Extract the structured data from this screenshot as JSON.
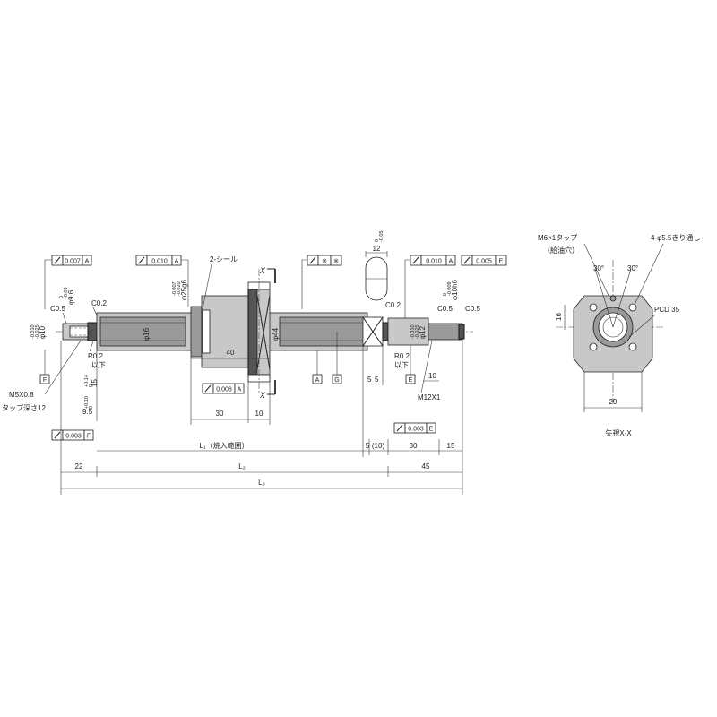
{
  "frames": {
    "left_journal_runout": {
      "tol": "0.007",
      "datum": "A"
    },
    "left_shaft_runout": {
      "tol": "0.010",
      "datum": "A"
    },
    "flange_face_runout": {
      "tol": "0.008",
      "datum": "A"
    },
    "nut_top": {
      "tol": "※",
      "datum": "※"
    },
    "right_journal_runout": {
      "tol": "0.010",
      "datum": "A"
    },
    "right_end_runout": {
      "tol": "0.005",
      "datum": "E"
    },
    "left_face": {
      "tol": "0.003",
      "datum": "F"
    },
    "right_face": {
      "tol": "0.003",
      "datum": "E"
    }
  },
  "labels": {
    "seal": "2-シール",
    "c02_left": "C0.2",
    "c05_left": "C0.5",
    "c02_right": "C0.2",
    "c05_right": "C0.5",
    "r02_left": "R0.2",
    "r02_left_sub": "以下",
    "r02_right": "R0.2",
    "r02_right_sub": "以下",
    "m5": "M5X0.8",
    "m5_depth": "タップ深さ12",
    "m12": "M12X1",
    "x_top": "X",
    "x_bottom": "X",
    "datum_f": "F",
    "datum_a": "A",
    "datum_g": "G",
    "datum_e": "E",
    "d16": "φ16",
    "d44": "φ44",
    "d25": "φ25g6",
    "d9_6": "φ9.6",
    "d10": "φ10",
    "d12": "φ12",
    "d10h6": "φ10h6",
    "tol_25_a": "-0.007",
    "tol_25_b": "-0.020",
    "tol_96_a": "0",
    "tol_96_b": "-0.09",
    "tol_10_a": "-0.010",
    "tol_10_b": "-0.025",
    "tol_12_a": "-0.010",
    "tol_12_b": "-0.025",
    "tol_10h6_a": "0",
    "tol_10h6_b": "-0.009",
    "tol_12w_a": "0",
    "tol_12w_b": "-0.05"
  },
  "dims": {
    "d40": "40",
    "d30_flange": "30",
    "d10_flange": "10",
    "d12_top": "12",
    "d5_right": "5",
    "d10_right": "10",
    "d15_left": "15",
    "d15_left_tol_a": "+0.14",
    "d15_left_tol_b": "0",
    "d9_5": "9.5",
    "d9_5_tol_a": "+0.10",
    "d9_5_tol_b": "0",
    "d5_bottom": "5",
    "d10_bottom": "(10)",
    "d30_right": "30",
    "d15_right": "15",
    "d22": "22",
    "d45": "45",
    "l1": "L₁（焼入範囲）",
    "l2": "L₂",
    "l3": "L₃"
  },
  "endview": {
    "tap": "M6×1タップ",
    "tap_sub": "（給油穴）",
    "holes": "4-φ5.5きり通し",
    "angle_left": "30°",
    "angle_right": "30°",
    "pcd": "PCD 35",
    "d16": "16",
    "d29": "29",
    "caption": "矢視X-X"
  }
}
